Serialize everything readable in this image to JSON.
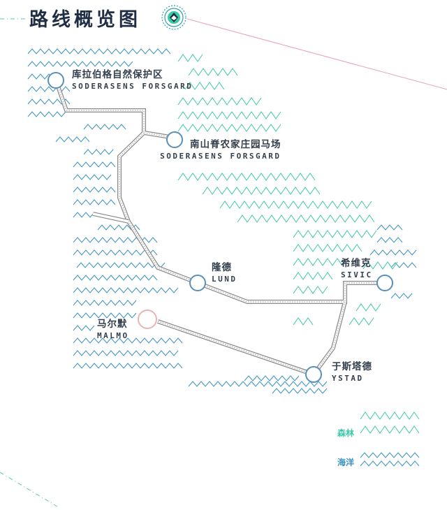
{
  "title": "路线概览图",
  "colors": {
    "forest": "#3cc9a8",
    "sea": "#3a92c4",
    "route": "#8a8a8a",
    "station": "#5a8fb8",
    "start": "#e8b5b5",
    "title": "#1f2d45",
    "badge": "#2a9fb5",
    "accent_line": "#e7a3b4",
    "dash_line": "#5bc6a8"
  },
  "places": [
    {
      "id": "kullaberg",
      "name_cn": "库拉伯格自然保护区",
      "name_en": "SODERASENS FORSGARD"
    },
    {
      "id": "nanshan",
      "name_cn": "南山脊农家庄园马场",
      "name_en": "SODERASENS FORSGARD"
    },
    {
      "id": "lund",
      "name_cn": "隆德",
      "name_en": "LUND"
    },
    {
      "id": "sivic",
      "name_cn": "希维克",
      "name_en": "SIVIC"
    },
    {
      "id": "malmo",
      "name_cn": "马尔默",
      "name_en": "MALMO"
    },
    {
      "id": "ystad",
      "name_cn": "于斯塔德",
      "name_en": "YSTAD"
    }
  ],
  "legend": [
    {
      "label": "森林",
      "color": "#3cc9a8"
    },
    {
      "label": "海洋",
      "color": "#3a92c4"
    }
  ]
}
